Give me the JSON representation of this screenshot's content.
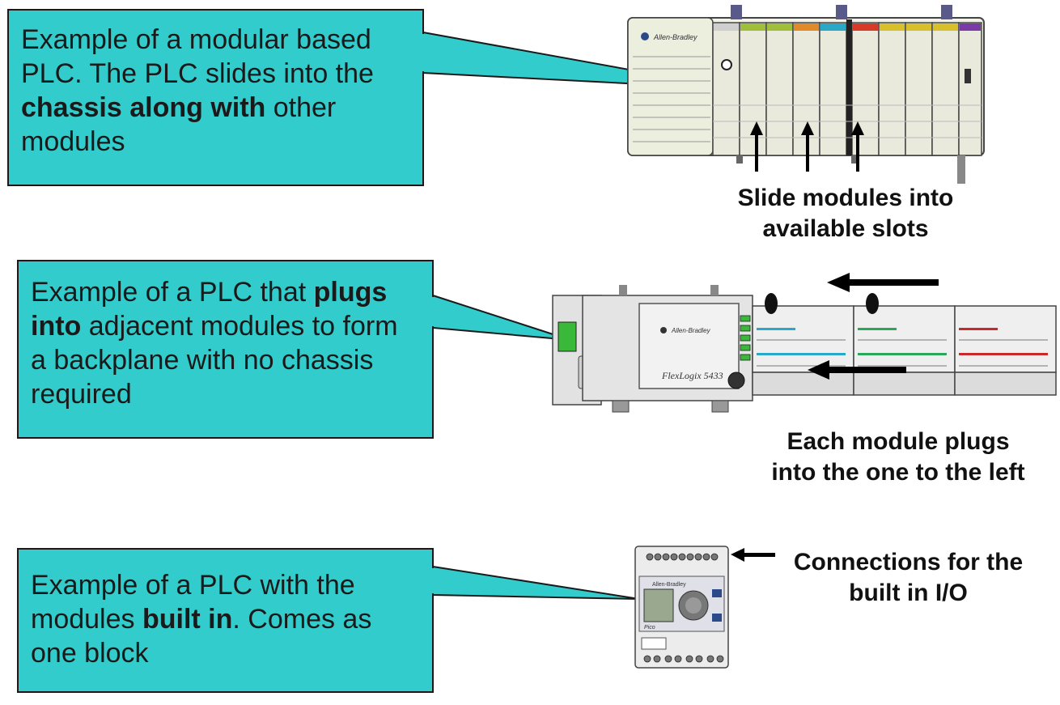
{
  "colors": {
    "callout_fill": "#33cccc",
    "callout_stroke": "#1a1a1a",
    "module_fill": "#e9e9dc",
    "arrow": "#000000"
  },
  "callouts": [
    {
      "id": "modular",
      "line1": "Example of a modular based",
      "line2": "PLC.  The PLC slides into the",
      "line3_bold": "chassis along with",
      "line3_rest": " other",
      "line4": "modules"
    },
    {
      "id": "plugin",
      "line1_pre": "Example of a PLC that ",
      "line1_bold": "plugs",
      "line2_bold": "into",
      "line2_rest": " adjacent modules to form",
      "line3": "a backplane with no chassis",
      "line4": "required"
    },
    {
      "id": "builtin",
      "line1": "Example of a PLC with the",
      "line2_pre": "modules ",
      "line2_bold": "built in",
      "line2_rest": ".  Comes as",
      "line3": "one block"
    }
  ],
  "captions": {
    "slots_line1": "Slide modules into",
    "slots_line2": "available slots",
    "plugs_line1": "Each module plugs",
    "plugs_line2": "into the one to the left",
    "io_line1": "Connections for the",
    "io_line2": "built in I/O"
  },
  "device_labels": {
    "flexlogix": "FlexLogix 5433",
    "brand": "Allen-Bradley",
    "pico_brand": "Allen-Bradley",
    "pico_model": "Pico"
  },
  "icons": [
    "arrow-up-icon",
    "arrow-left-icon",
    "arrow-right-icon"
  ]
}
